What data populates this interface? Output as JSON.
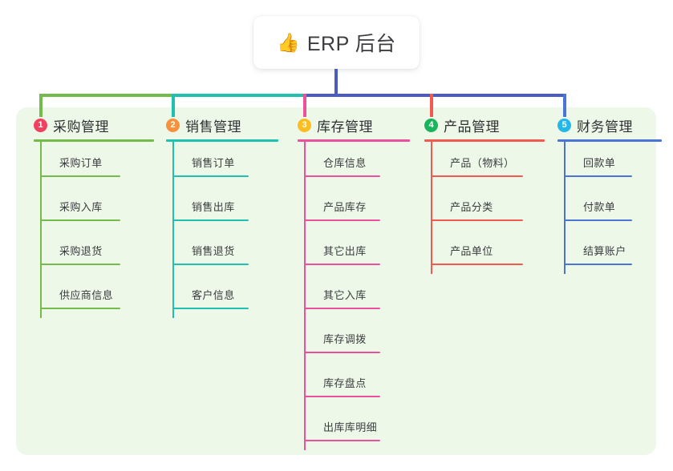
{
  "diagram": {
    "type": "mindmap",
    "root": {
      "icon": "thumbs-up-emoji",
      "emoji": "👍",
      "title": "ERP 后台"
    },
    "panel_color": "#eef8e9",
    "trunk_color": "#4a5bc4",
    "branches": [
      {
        "index": "1",
        "title": "采购管理",
        "badge_color": "#f1415f",
        "line_color": "#74bb4b",
        "items": [
          "采购订单",
          "采购入库",
          "采购退货",
          "供应商信息"
        ]
      },
      {
        "index": "2",
        "title": "销售管理",
        "badge_color": "#f7913c",
        "line_color": "#1fc0ad",
        "items": [
          "销售订单",
          "销售出库",
          "销售退货",
          "客户信息"
        ]
      },
      {
        "index": "3",
        "title": "库存管理",
        "badge_color": "#fbbd1f",
        "line_color": "#ec4f9c",
        "items": [
          "仓库信息",
          "产品库存",
          "其它出库",
          "其它入库",
          "库存调拨",
          "库存盘点",
          "出库库明细"
        ]
      },
      {
        "index": "4",
        "title": "产品管理",
        "badge_color": "#19b45c",
        "line_color": "#f4594f",
        "items": [
          "产品（物料）",
          "产品分类",
          "产品单位"
        ]
      },
      {
        "index": "5",
        "title": "财务管理",
        "badge_color": "#25b7e8",
        "line_color": "#4a74d6",
        "items": [
          "回款单",
          "付款单",
          "结算账户"
        ]
      }
    ]
  }
}
